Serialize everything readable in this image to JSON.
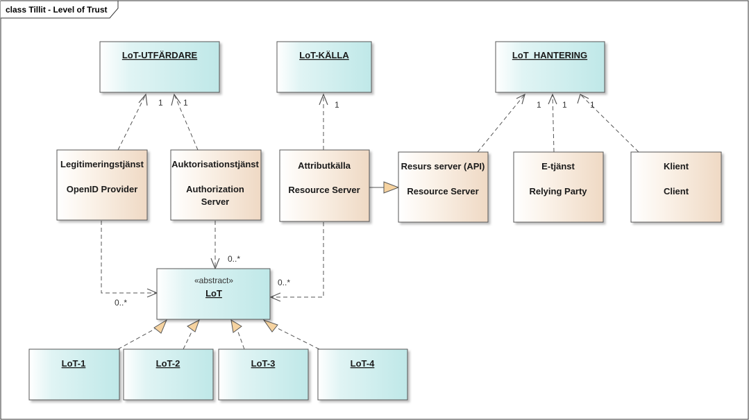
{
  "diagram": {
    "title": "class Tillit - Level of Trust",
    "classes": {
      "lot_utfardare": {
        "name": "LoT-UTFÄRDARE"
      },
      "lot_kalla": {
        "name": "LoT-KÄLLA"
      },
      "lot_hantering": {
        "name": "LoT_HANTERING"
      },
      "legitimeringstjanst": {
        "line1": "Legitimeringstjänst",
        "line2": "OpenID Provider"
      },
      "auktorisationstjanst": {
        "line1": "Auktorisationstjänst",
        "line2": "Authorization",
        "line3": "Server"
      },
      "attributkalla": {
        "line1": "Attributkälla",
        "line2": "Resource Server"
      },
      "resurs_server": {
        "line1": "Resurs server (API)",
        "line2": "Resource Server"
      },
      "e_tjanst": {
        "line1": "E-tjänst",
        "line2": "Relying Party"
      },
      "klient": {
        "line1": "Klient",
        "line2": "Client"
      },
      "lot": {
        "stereotype": "«abstract»",
        "name": "LoT"
      },
      "lot1": {
        "name": "LoT-1"
      },
      "lot2": {
        "name": "LoT-2"
      },
      "lot3": {
        "name": "LoT-3"
      },
      "lot4": {
        "name": "LoT-4"
      }
    },
    "multiplicities": {
      "utf_left": "1",
      "utf_right": "1",
      "kalla": "1",
      "hant_a": "1",
      "hant_b": "1",
      "hant_c": "1",
      "lot_top": "0..*",
      "lot_left": "0..*",
      "lot_right": "0..*"
    },
    "colors": {
      "blue_fill_start": "#ffffff",
      "blue_fill_end": "#bfe8e8",
      "tan_fill_start": "#ffffff",
      "tan_fill_end": "#f0dcc8",
      "border": "#555555",
      "generalization_head": "#f6d3a0"
    }
  }
}
